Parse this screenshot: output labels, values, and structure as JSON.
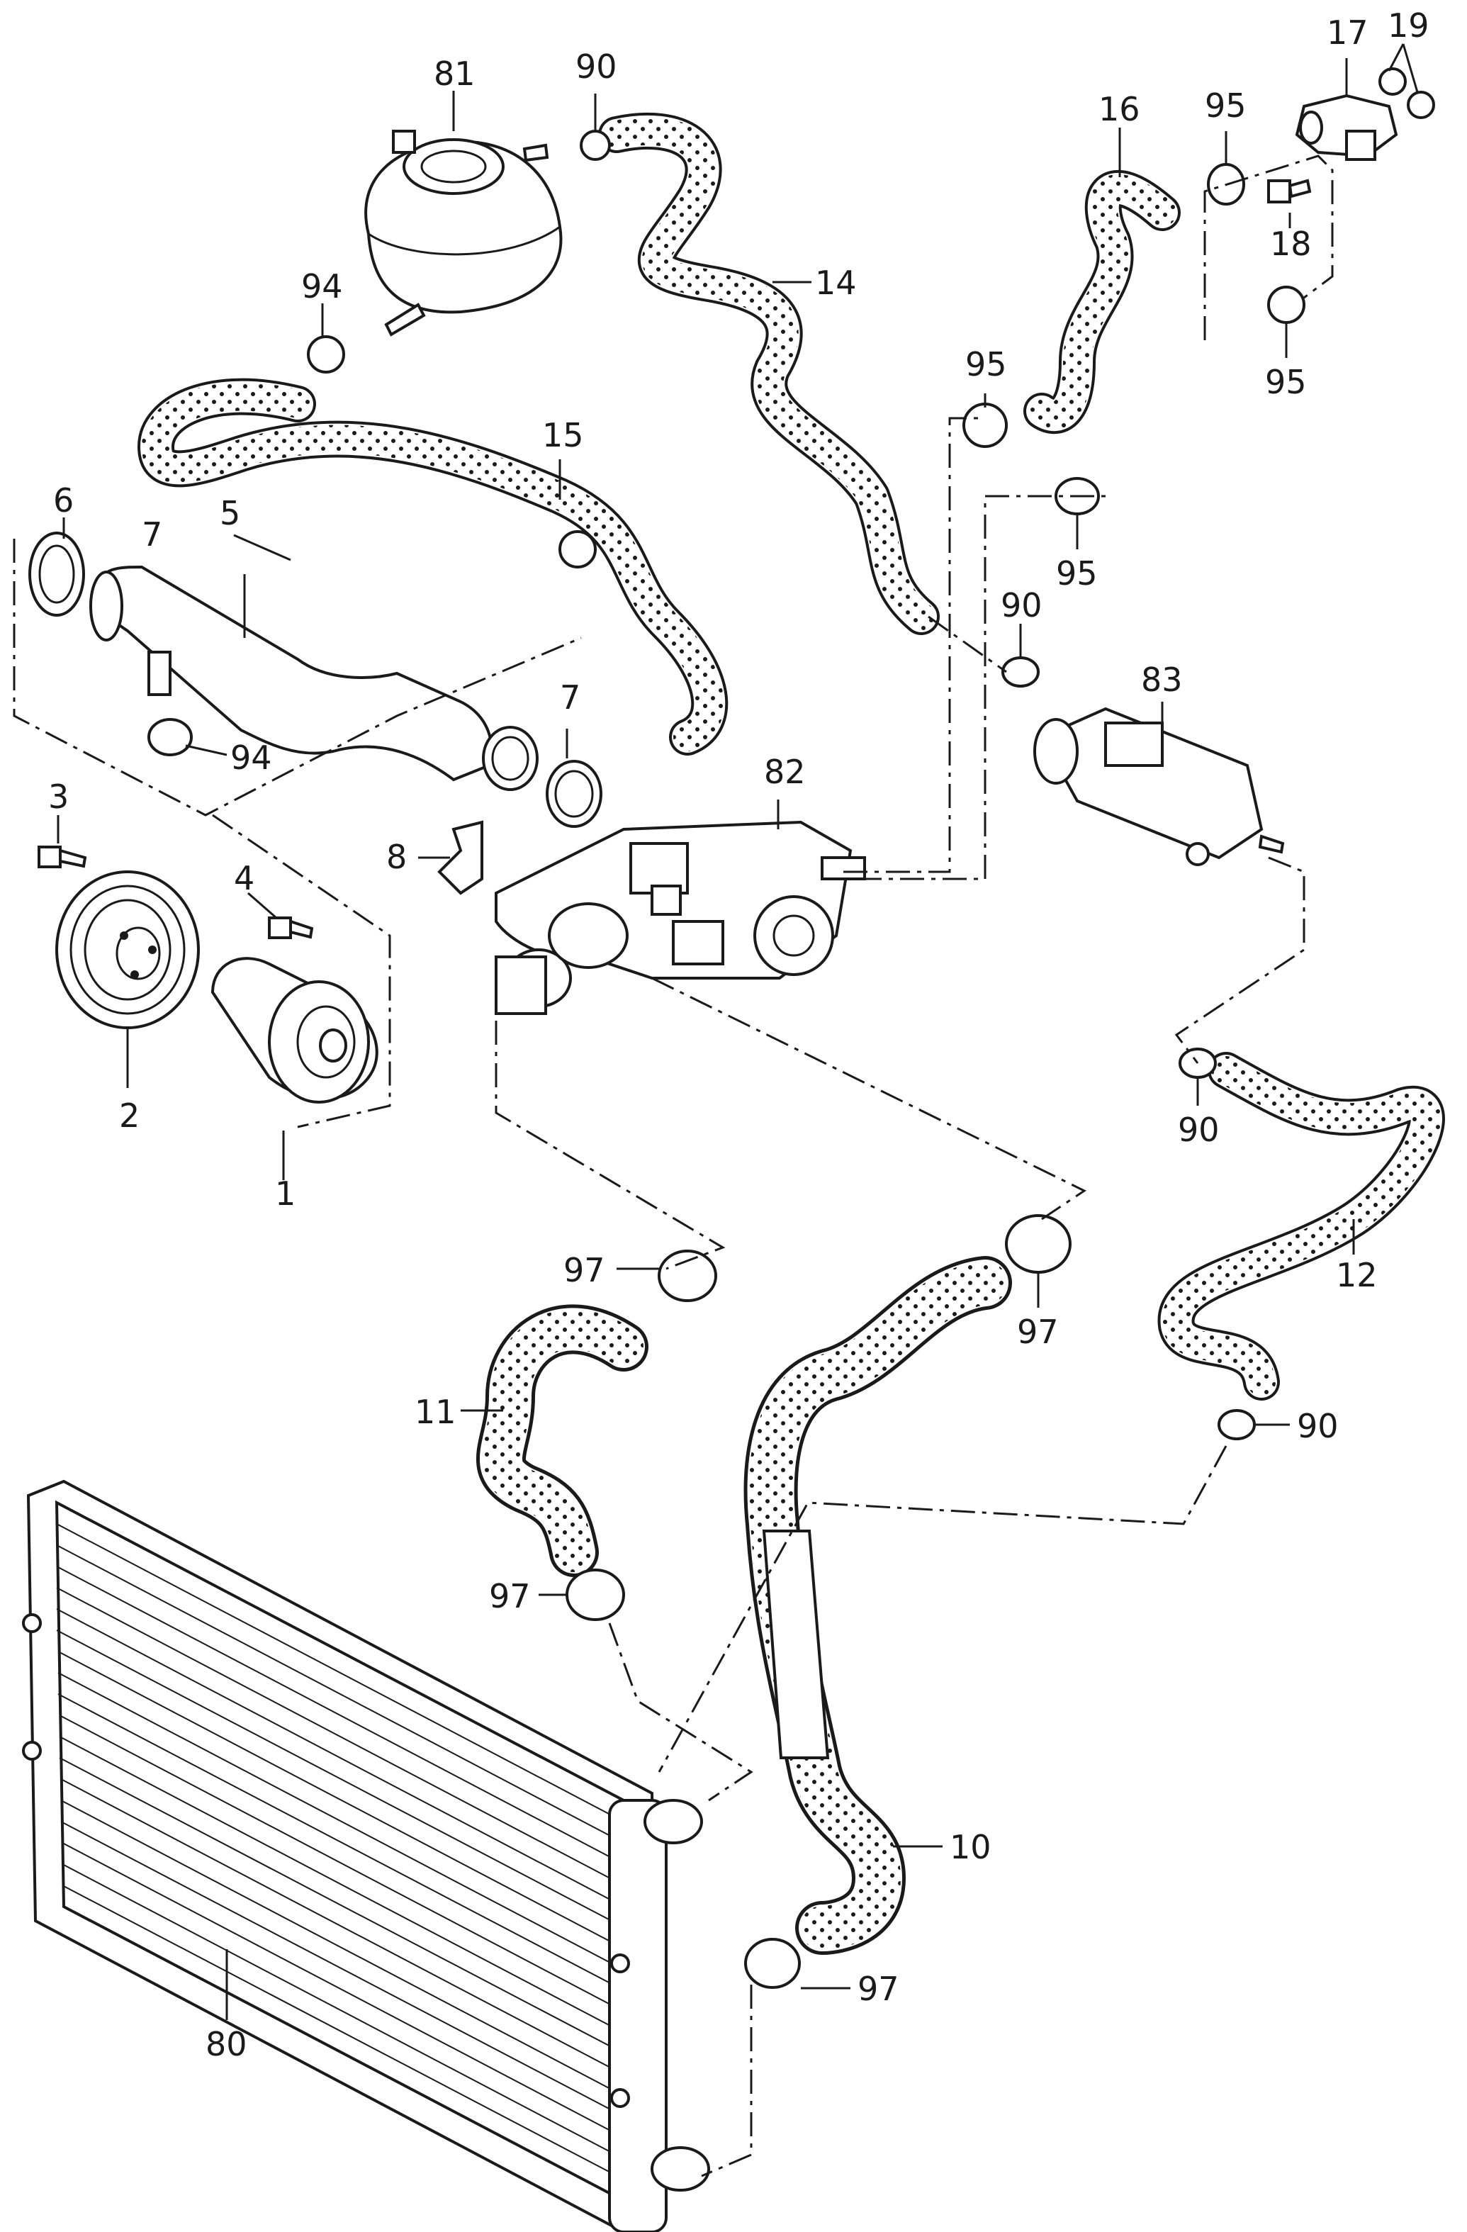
{
  "callouts": [
    {
      "id": "c81",
      "text": "81"
    },
    {
      "id": "c90a",
      "text": "90"
    },
    {
      "id": "c14",
      "text": "14"
    },
    {
      "id": "c94a",
      "text": "94"
    },
    {
      "id": "c15",
      "text": "15"
    },
    {
      "id": "c6",
      "text": "6"
    },
    {
      "id": "c7a",
      "text": "7"
    },
    {
      "id": "c5",
      "text": "5"
    },
    {
      "id": "c94b",
      "text": "94"
    },
    {
      "id": "c7b",
      "text": "7"
    },
    {
      "id": "c82",
      "text": "82"
    },
    {
      "id": "c8",
      "text": "8"
    },
    {
      "id": "c3",
      "text": "3"
    },
    {
      "id": "c4",
      "text": "4"
    },
    {
      "id": "c2",
      "text": "2"
    },
    {
      "id": "c1",
      "text": "1"
    },
    {
      "id": "c16",
      "text": "16"
    },
    {
      "id": "c95a",
      "text": "95"
    },
    {
      "id": "c17",
      "text": "17"
    },
    {
      "id": "c19",
      "text": "19"
    },
    {
      "id": "c18",
      "text": "18"
    },
    {
      "id": "c95b",
      "text": "95"
    },
    {
      "id": "c95c",
      "text": "95"
    },
    {
      "id": "c95d",
      "text": "95"
    },
    {
      "id": "c90b",
      "text": "90"
    },
    {
      "id": "c83",
      "text": "83"
    },
    {
      "id": "c90c",
      "text": "90"
    },
    {
      "id": "c12",
      "text": "12"
    },
    {
      "id": "c90d",
      "text": "90"
    },
    {
      "id": "c97a",
      "text": "97"
    },
    {
      "id": "c97b",
      "text": "97"
    },
    {
      "id": "c11",
      "text": "11"
    },
    {
      "id": "c97c",
      "text": "97"
    },
    {
      "id": "c10",
      "text": "10"
    },
    {
      "id": "c97d",
      "text": "97"
    },
    {
      "id": "c80",
      "text": "80"
    }
  ],
  "components": [
    {
      "name": "water-pump-icon"
    },
    {
      "name": "pulley-icon"
    },
    {
      "name": "expansion-tank-icon"
    },
    {
      "name": "coolant-flange-icon"
    },
    {
      "name": "pump-assembly-icon"
    },
    {
      "name": "radiator-icon"
    },
    {
      "name": "hose-clamp-icon"
    }
  ]
}
